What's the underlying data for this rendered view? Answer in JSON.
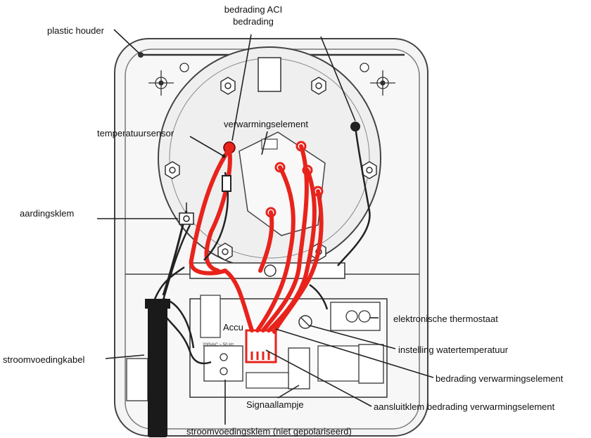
{
  "labels": {
    "bedrading_aci": "bedrading ACI",
    "bedrading": "bedrading",
    "plastic_houder": "plastic houder",
    "temperatuursensor": "temperatuursensor",
    "verwarmingselement": "verwarmingselement",
    "aardingsklem": "aardingsklem",
    "accu": "Accu",
    "elektronische_thermostaat": "elektronische thermostaat",
    "instelling_watertemperatuur": "instelling watertemperatuur",
    "stroomvoedingkabel": "stroomvoedingkabel",
    "bedrading_verwarmingselement": "bedrading verwarmingselement",
    "signaallampje": "Signaallampje",
    "aansluitklem": "aansluitklem bedrading verwarmingselement",
    "stroomvoedingsklem": "stroomvoedingsklem (niet gepolariseerd)"
  },
  "board_text": "200VAC ~ 50 Hz",
  "colors": {
    "wire_red": "#e8231c",
    "line": "#222222",
    "housing": "#f2f2f2"
  }
}
